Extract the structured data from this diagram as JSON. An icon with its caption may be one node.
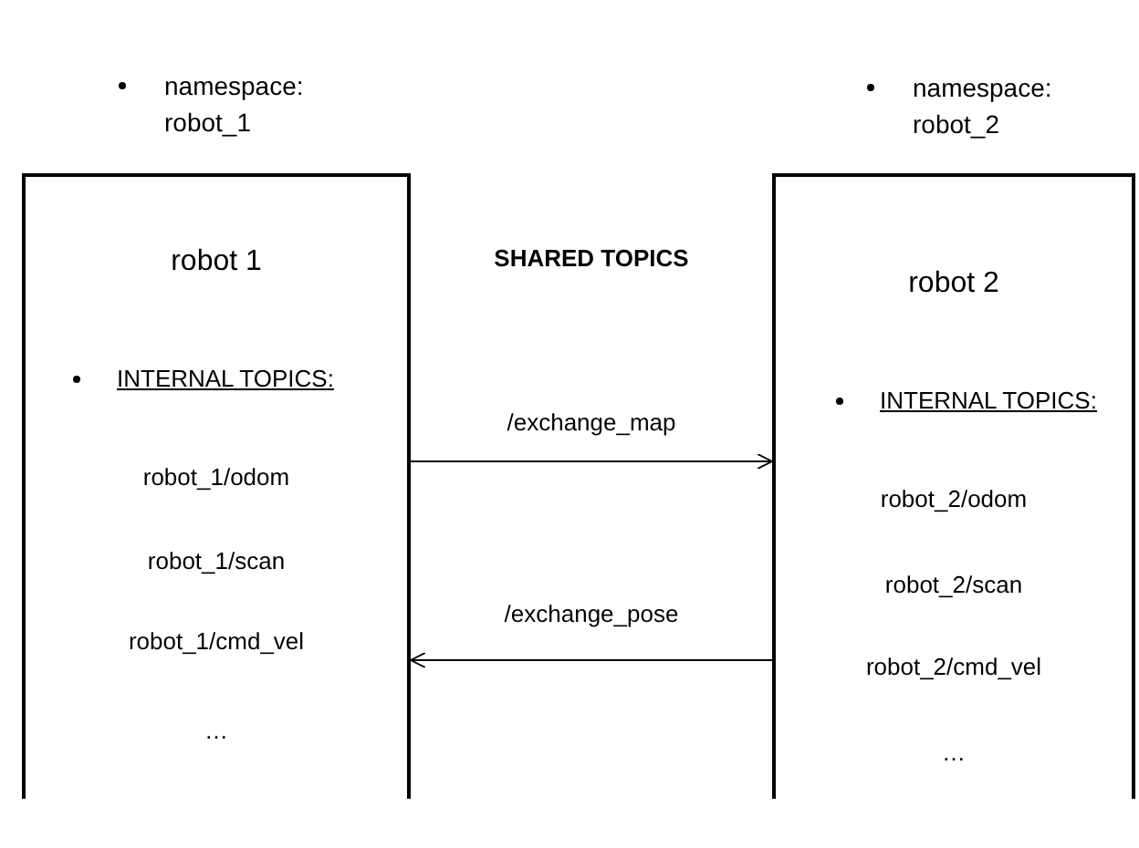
{
  "diagram": {
    "nodes": [
      {
        "text": [
          "robot 1",
          "INTERNAL TOPICS:",
          "robot_1/odom",
          "robot_1/scan",
          "robot_1/cmd_vel",
          "…"
        ],
        "beside": [
          "namespace: robot_1"
        ]
      },
      {
        "text": [
          "robot 2",
          "INTERNAL TOPICS:",
          "robot_2/odom",
          "robot_2/scan",
          "robot_2/cmd_vel",
          "…"
        ],
        "beside": [
          "namespace: robot_2"
        ]
      }
    ],
    "edges": [
      {
        "from": 0,
        "to": 1,
        "arrow": "to",
        "label": "/exchange_map"
      },
      {
        "from": 1,
        "to": 0,
        "arrow": "to",
        "label": "/exchange_pose"
      }
    ],
    "labels": [
      "SHARED TOPICS"
    ]
  }
}
